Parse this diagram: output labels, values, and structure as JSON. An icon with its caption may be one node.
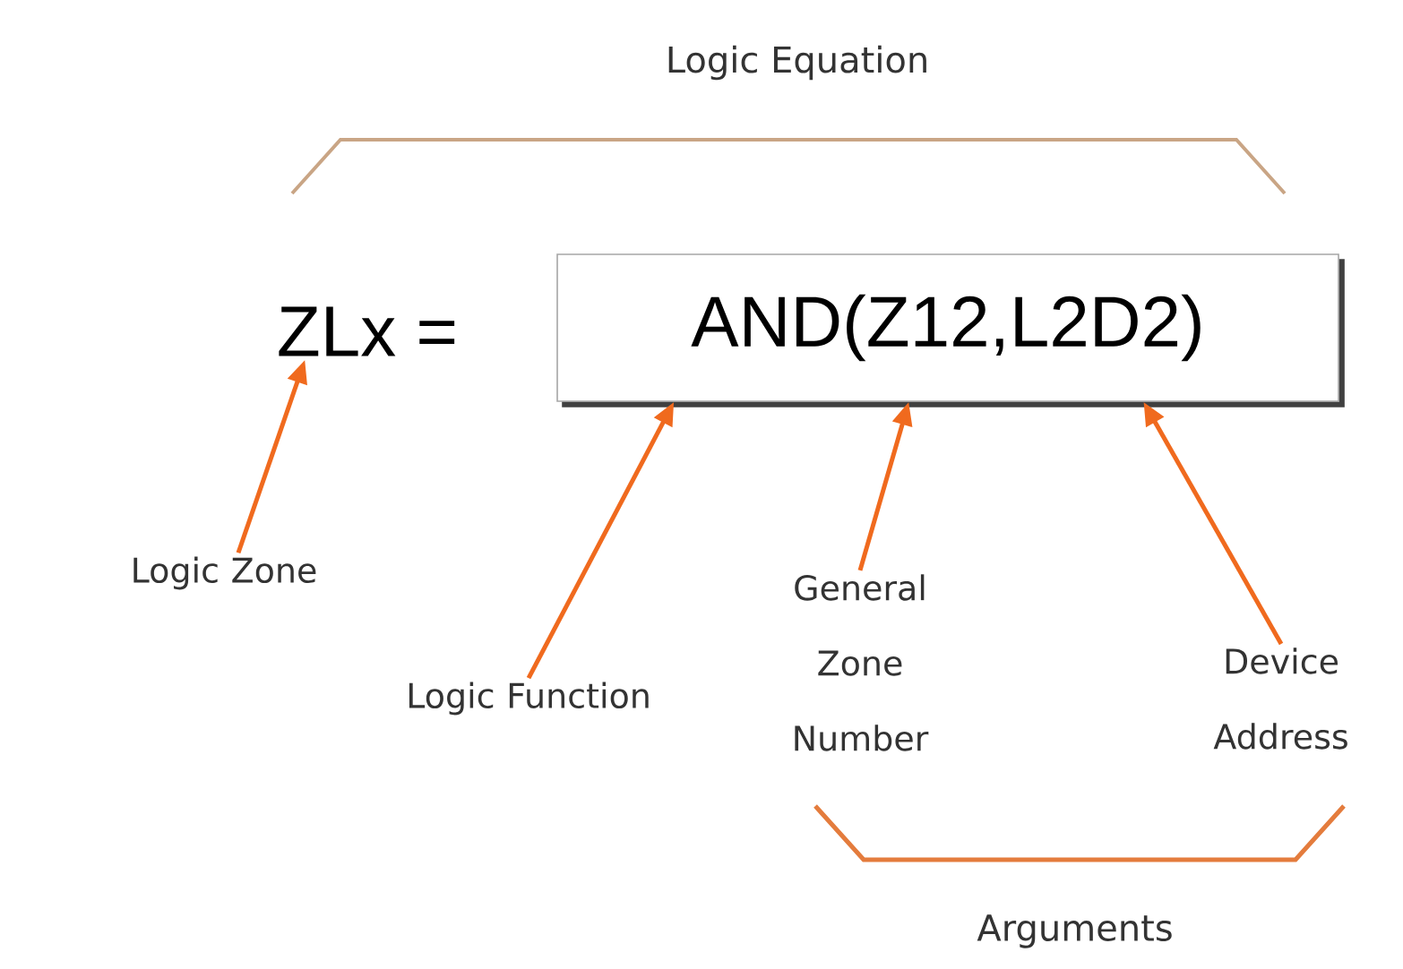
{
  "diagram": {
    "nodes": [
      {
        "text": [
          "ZLx ="
        ]
      },
      {
        "text": [
          "AND(Z12,L2D2)"
        ]
      },
      {
        "text": [
          "Logic Zone"
        ]
      },
      {
        "text": [
          "Logic Function"
        ]
      },
      {
        "text": [
          "General Zone Number"
        ]
      },
      {
        "text": [
          "Device Address"
        ]
      }
    ],
    "edges": [
      {
        "from": 2,
        "to": 0,
        "arrow": "to"
      },
      {
        "from": 3,
        "to": 1,
        "arrow": "to"
      },
      {
        "from": 4,
        "to": 1,
        "arrow": "to"
      },
      {
        "from": 5,
        "to": 1,
        "arrow": "to"
      }
    ],
    "labels": [
      "Logic Equation",
      "Arguments"
    ]
  }
}
